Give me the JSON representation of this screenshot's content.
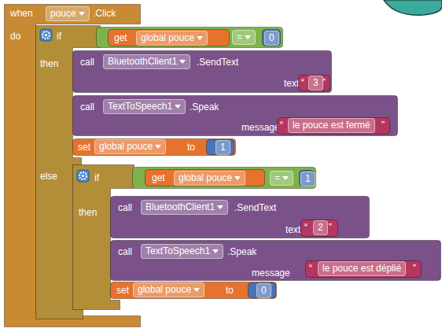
{
  "diagram": {
    "nodes": [
      {
        "text": [
          "when",
          "pouce",
          ".Click",
          "do"
        ]
      },
      {
        "text": [
          "if",
          "then",
          "else"
        ],
        "in": 0
      },
      {
        "text": [
          "="
        ],
        "in": 1
      },
      {
        "text": [
          "get",
          "global pouce"
        ],
        "in": 2
      },
      {
        "text": [
          "0"
        ],
        "in": 2
      },
      {
        "text": [
          "call",
          "BluetoothClient1",
          ".SendText",
          "text"
        ],
        "in": 1
      },
      {
        "text": [
          "“",
          "3",
          "”"
        ],
        "in": 5
      },
      {
        "text": [
          "call",
          "TextToSpeech1",
          ".Speak",
          "message"
        ],
        "in": 1
      },
      {
        "text": [
          "“",
          "le pouce est fermé",
          "”"
        ],
        "in": 7
      },
      {
        "text": [
          "set",
          "global pouce",
          "to"
        ],
        "in": 1
      },
      {
        "text": [
          "1"
        ],
        "in": 9
      },
      {
        "text": [
          "if",
          "then"
        ],
        "in": 1
      },
      {
        "text": [
          "="
        ],
        "in": 11
      },
      {
        "text": [
          "get",
          "global pouce"
        ],
        "in": 12
      },
      {
        "text": [
          "1"
        ],
        "in": 12
      },
      {
        "text": [
          "call",
          "BluetoothClient1",
          ".SendText",
          "text"
        ],
        "in": 11
      },
      {
        "text": [
          "“",
          "2",
          "”"
        ],
        "in": 15
      },
      {
        "text": [
          "call",
          "TextToSpeech1",
          ".Speak",
          "message"
        ],
        "in": 11
      },
      {
        "text": [
          "“",
          "le pouce est déplié",
          "”"
        ],
        "in": 17
      },
      {
        "text": [
          "set",
          "global pouce",
          "to"
        ],
        "in": 11
      },
      {
        "text": [
          "0"
        ],
        "in": 19
      }
    ]
  }
}
